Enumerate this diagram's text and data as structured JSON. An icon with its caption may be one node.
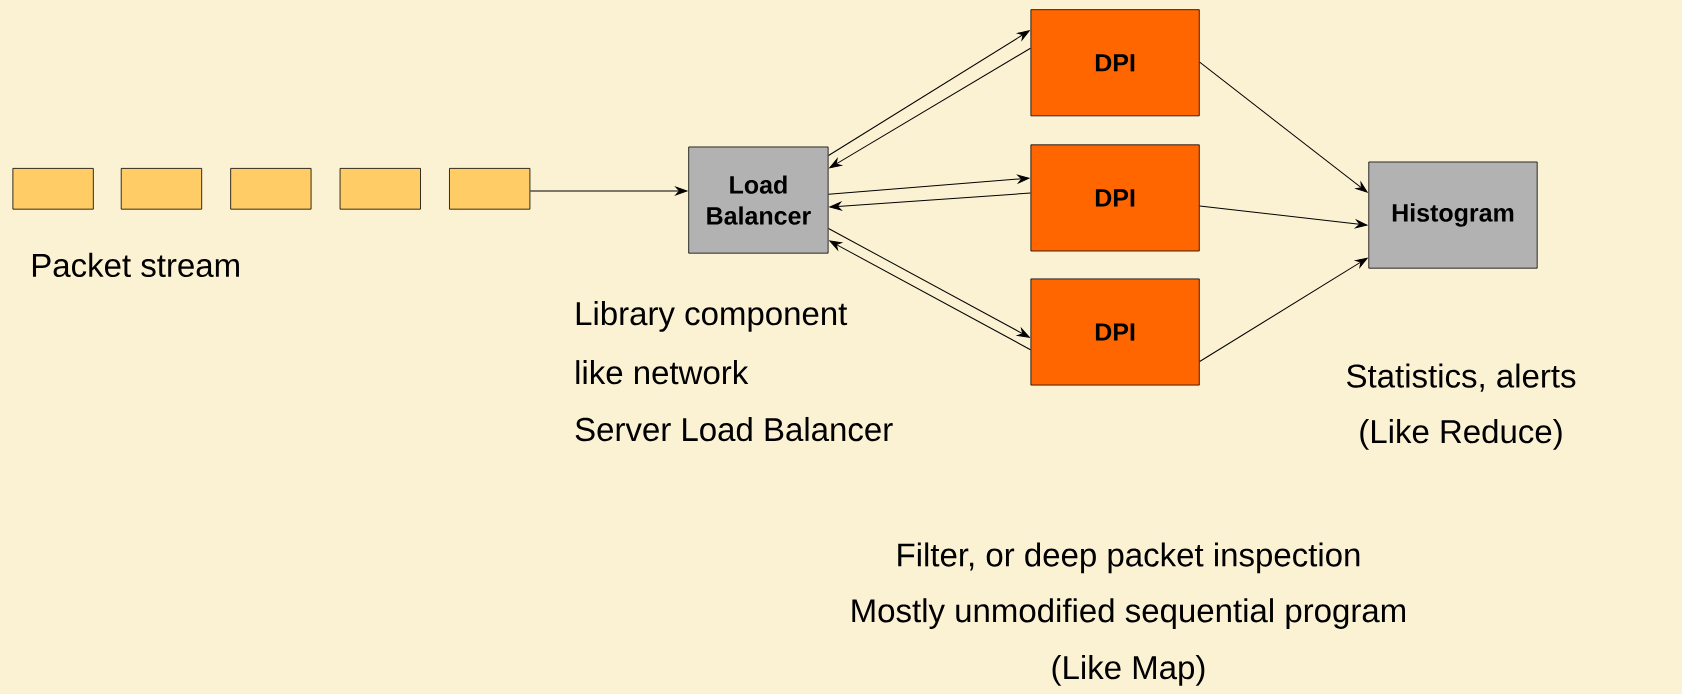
{
  "diagram": {
    "nodes": [
      {
        "text": [],
        "shape": "box"
      },
      {
        "text": [],
        "shape": "box"
      },
      {
        "text": [],
        "shape": "box"
      },
      {
        "text": [],
        "shape": "box"
      },
      {
        "text": [],
        "shape": "box"
      },
      {
        "text": [
          "Load Balancer"
        ],
        "beside": [
          "Library component",
          "like network",
          "Server Load Balancer"
        ]
      },
      {
        "text": [
          "DPI"
        ]
      },
      {
        "text": [
          "DPI"
        ]
      },
      {
        "text": [
          "DPI"
        ]
      },
      {
        "text": [
          "Histogram"
        ],
        "beside": [
          "Statistics, alerts",
          "(Like Reduce)"
        ]
      }
    ],
    "edges": [
      {
        "from": 4,
        "to": 5,
        "arrow": "to"
      },
      {
        "from": 5,
        "to": 6,
        "arrow": "to"
      },
      {
        "from": 6,
        "to": 5,
        "arrow": "to"
      },
      {
        "from": 5,
        "to": 7,
        "arrow": "to"
      },
      {
        "from": 7,
        "to": 5,
        "arrow": "to"
      },
      {
        "from": 5,
        "to": 8,
        "arrow": "to"
      },
      {
        "from": 8,
        "to": 5,
        "arrow": "to"
      },
      {
        "from": 6,
        "to": 9,
        "arrow": "to"
      },
      {
        "from": 7,
        "to": 9,
        "arrow": "to"
      },
      {
        "from": 8,
        "to": 9,
        "arrow": "to"
      }
    ],
    "labels": [
      "Packet stream",
      "Filter, or deep packet inspection",
      "Mostly unmodified sequential program",
      "(Like Map)"
    ]
  }
}
